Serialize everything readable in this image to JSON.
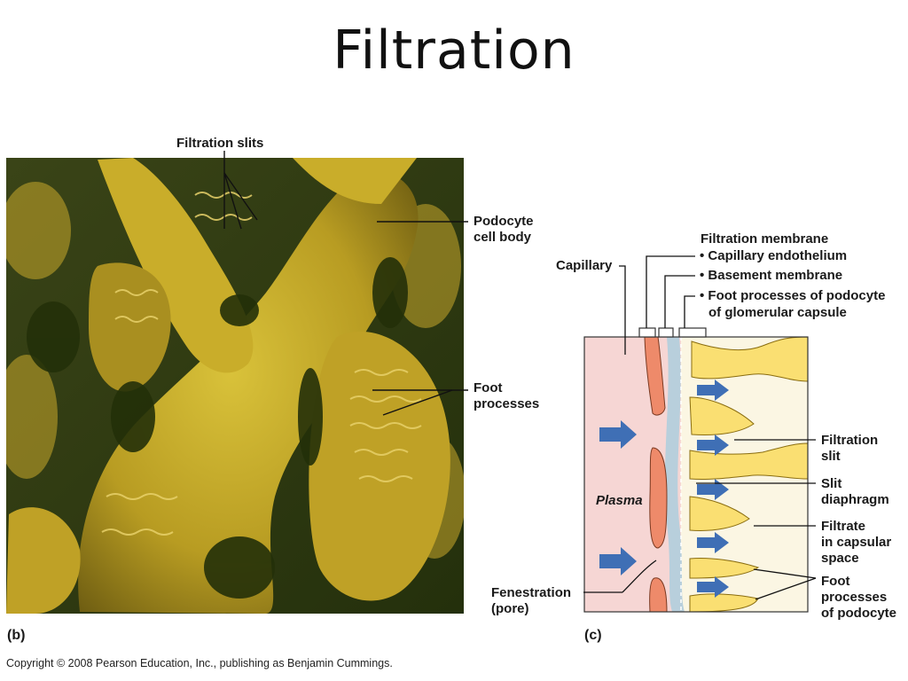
{
  "title": "Filtration",
  "panel_b": {
    "letter": "(b)",
    "labels": {
      "filtration_slits": "Filtration slits",
      "podocyte_cell_body": [
        "Podocyte",
        "cell body"
      ],
      "foot_processes": [
        "Foot",
        "processes"
      ]
    }
  },
  "panel_c": {
    "letter": "(c)",
    "capillary": "Capillary",
    "membrane_heading": "Filtration membrane",
    "membrane_items": [
      "• Capillary endothelium",
      "• Basement membrane",
      "• Foot processes of podocyte",
      "of glomerular capsule"
    ],
    "plasma": "Plasma",
    "fenestration": [
      "Fenestration",
      "(pore)"
    ],
    "filtration_slit": [
      "Filtration",
      "slit"
    ],
    "slit_diaphragm": [
      "Slit",
      "diaphragm"
    ],
    "filtrate": [
      "Filtrate",
      "in capsular",
      "space"
    ],
    "foot_processes_podocyte": [
      "Foot",
      "processes",
      "of podocyte"
    ]
  },
  "copyright": "Copyright © 2008 Pearson Education, Inc., publishing as Benjamin Cummings.",
  "colors": {
    "sem_background": "#2f3a10",
    "sem_yellow": "#d4b92a",
    "plasma_pink": "#f6d6d4",
    "endothelium": "#ee8a6a",
    "basement": "#b8cfdc",
    "capsular_space": "#fbf6e3",
    "foot_yellow": "#fadf72",
    "arrow_blue": "#3f6fb5"
  }
}
